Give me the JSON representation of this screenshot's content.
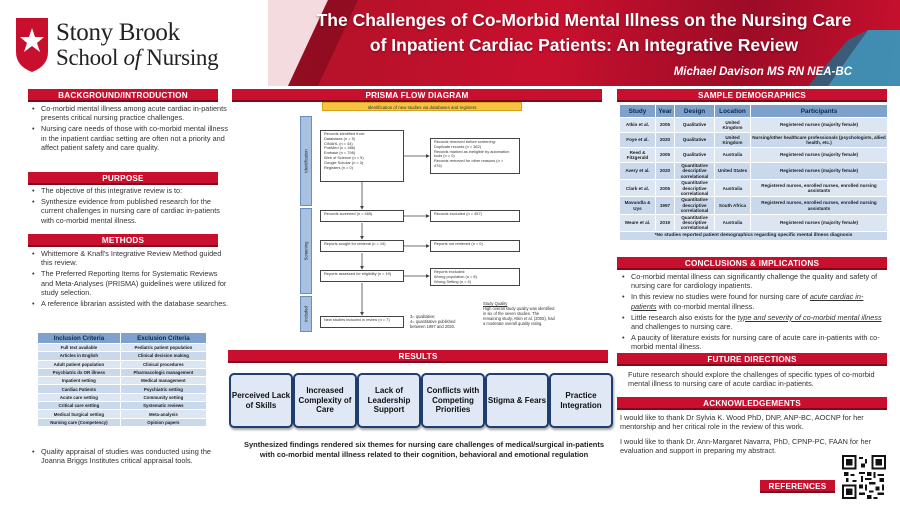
{
  "header": {
    "logo_line1": "Stony Brook",
    "logo_line2_a": "School ",
    "logo_line2_b": "of",
    "logo_line2_c": " Nursing",
    "title_line1": "The Challenges of Co-Morbid Mental Illness on the Nursing Care",
    "title_line2": "of Inpatient Cardiac Patients: An Integrative Review",
    "author": "Michael Davison MS RN NEA-BC"
  },
  "sections": {
    "background": "BACKGROUND/INTRODUCTION",
    "purpose": "PURPOSE",
    "methods": "METHODS",
    "prisma": "PRISMA FLOW DIAGRAM",
    "demographics": "SAMPLE DEMOGRAPHICS",
    "conclusions": "CONCLUSIONS & IMPLICATIONS",
    "results": "RESULTS",
    "future": "FUTURE DIRECTIONS",
    "acknowledgements": "ACKNOWLEDGEMENTS",
    "references": "REFERENCES"
  },
  "background_bullets": [
    "Co-morbid mental illness among acute cardiac in-patients presents critical nursing practice challenges.",
    "Nursing care needs of those with co-morbid mental illness in the inpatient cardiac setting are often not a priority and affect patient safety and care quality."
  ],
  "purpose_bullets": [
    "The objective of this integrative review is to:",
    "Synthesize evidence from published research for the current challenges in nursing care of cardiac in-patients with co-morbid mental illness."
  ],
  "methods_bullets": [
    "Whittemore & Knafl's Integrative Review Method guided this review.",
    "The Preferred Reporting Items for Systematic Reviews and Meta-Analyses (PRISMA) guidelines were utilized for study selection.",
    "A reference librarian assisted with the database searches."
  ],
  "quality_bullet": "Quality appraisal of studies was conducted using the Joanna Briggs Institutes critical appraisal tools.",
  "criteria": {
    "headers": [
      "Inclusion Criteria",
      "Exclusion Criteria"
    ],
    "rows": [
      [
        "Full text available",
        "Pediatric patient population"
      ],
      [
        "Articles in English",
        "Clinical decision making"
      ],
      [
        "Adult patient population",
        "Clinical procedures"
      ],
      [
        "Psychiatric dx OR illness",
        "Pharmacologic management"
      ],
      [
        "Inpatient setting",
        "Medical management"
      ],
      [
        "Cardiac Patients",
        "Psychiatric setting"
      ],
      [
        "Acute care setting",
        "Community setting"
      ],
      [
        "Critical care setting",
        "Systematic reviews"
      ],
      [
        "Medical Surgical setting",
        "Meta-analysis"
      ],
      [
        "Nursing care (Competency)",
        "Opinion papers"
      ]
    ]
  },
  "prisma": {
    "top_banner": "Identification of new studies via databases and registers",
    "phases": [
      "Identification",
      "Screening",
      "Included"
    ],
    "identified": [
      "Records identified from:",
      "Databases (n = 5)",
      "CINAHL (n = 44)",
      "PubMed (n = 486)",
      "Embase (n = 798)",
      "Web of Science (n = 5)",
      "Google Scholar (n = 3)",
      "Registers (n = 0)"
    ],
    "removed": [
      "Records removed before screening:",
      "Duplicate records (n = 362)",
      "Records marked as ineligible by automation",
      "tools (n = 0)",
      "Records removed for other reasons (n =",
      "476)"
    ],
    "screened": "Records screened (n = 465)",
    "excluded": "Records excluded (n = 457)",
    "sought": "Reports sought for retrieval (n = 19)",
    "not_retrieved": "Reports not retrieved (n = 0)",
    "assessed": "Reports assessed for eligibility (n = 19)",
    "excluded_reports": [
      "Reports excluded:",
      "Wrong population (n = 8)",
      "Wrong Setting (n = 4)"
    ],
    "included": "New studies included in review (n = 7)",
    "included_note": [
      "3= qualitative;",
      "4= quantitative published",
      "between 1997 and 2020."
    ],
    "quality_title": "Study Quality",
    "quality_text": [
      "High overall study quality was identified",
      "in six of the seven studies. The",
      "remaining study, Atkin et al. (2005), had",
      "a moderate overall quality rating."
    ]
  },
  "demographics": {
    "headers": [
      "Study",
      "Year",
      "Design",
      "Location",
      "Participants"
    ],
    "rows": [
      [
        "Atkin et al.",
        "2005",
        "Qualitative",
        "United Kingdom",
        "Registered nurses (majority female)"
      ],
      [
        "Foye et al.",
        "2020",
        "Qualitative",
        "United Kingdom",
        "Nursing/other healthcare professionals (psychologists, allied health, etc.)"
      ],
      [
        "Reed & Fitzgerald",
        "2005",
        "Qualitative",
        "Australia",
        "Registered nurses (majority female)"
      ],
      [
        "Avery et al.",
        "2020",
        "Quantitative descriptive correlational",
        "United States",
        "Registered nurses (majority female)"
      ],
      [
        "Clark et al.",
        "2005",
        "Quantitative descriptive correlational",
        "Australia",
        "Registered nurses, enrolled nurses, enrolled nursing assistants"
      ],
      [
        "Mavundla & Uys",
        "1997",
        "Quantitative descriptive correlational",
        "South Africa",
        "Registered nurses, enrolled nurses, enrolled nursing assistants"
      ],
      [
        "Weare et al.",
        "2019",
        "Quantitative descriptive correlational",
        "Australia",
        "Registered nurses (majority female)"
      ]
    ],
    "note": "*No studies reported patient demographics regarding specific mental illness diagnosis"
  },
  "conclusions": [
    {
      "pre": "Co-morbid mental illness can significantly challenge the quality and safety of nursing care for cardiology inpatients.",
      "em": "",
      "post": ""
    },
    {
      "pre": "In this review no studies were found for nursing care of ",
      "em": "acute cardiac in-patients",
      "post": " with co-morbid mental illness."
    },
    {
      "pre": "Little research also exists for the ",
      "em": "type and severity of co-morbid mental illness",
      "post": " and challenges to nursing care."
    },
    {
      "pre": "A paucity of literature exists for nursing care of acute care in-patients with co-morbid mental illness.",
      "em": "",
      "post": ""
    }
  ],
  "themes": [
    "Perceived Lack of Skills",
    "Increased Complexity of Care",
    "Lack of Leadership Support",
    "Conflicts with Competing Priorities",
    "Stigma & Fears",
    "Practice Integration"
  ],
  "synthesis": "Synthesized findings rendered six themes for nursing care challenges of medical/surgical in-patients with co-morbid mental illness related to their cognition, behavioral and emotional regulation",
  "future_text": "Future research should explore the challenges of specific types of co-morbid mental illness to nursing care of acute cardiac in-patients.",
  "ack_1": "I would like to thank Dr Sylvia K. Wood PhD, DNP, ANP-BC, AOCNP for her mentorship and her critical role in the review of this work.",
  "ack_2": "I would like to thank Dr. Ann-Margaret Navarra, PhD, CPNP-PC, FAAN for her evaluation and support in preparing my abstract.",
  "colors": {
    "brand_red": "#c8102e",
    "table_header": "#7fa2cc",
    "table_row": "#dce6f2",
    "theme_border": "#1f3f6e"
  }
}
